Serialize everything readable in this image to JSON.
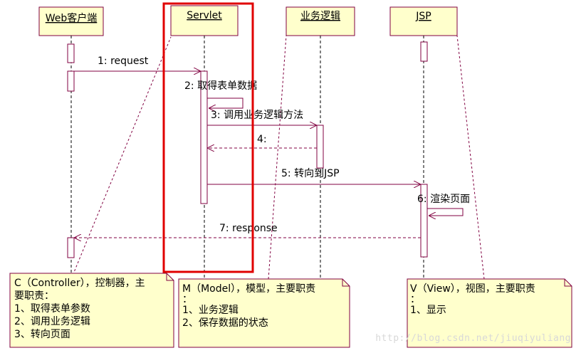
{
  "lifelines": [
    {
      "id": "web",
      "label": "Web客户端"
    },
    {
      "id": "servlet",
      "label": "Servlet"
    },
    {
      "id": "biz",
      "label": "业务逻辑"
    },
    {
      "id": "jsp",
      "label": "JSP"
    }
  ],
  "messages": [
    {
      "id": "m1",
      "label": "1: request"
    },
    {
      "id": "m2",
      "label": "2: 取得表单数据"
    },
    {
      "id": "m3",
      "label": "3: 调用业务逻辑方法"
    },
    {
      "id": "m4",
      "label": "4:"
    },
    {
      "id": "m5",
      "label": "5: 转向到JSP"
    },
    {
      "id": "m6",
      "label": "6: 渲染页面"
    },
    {
      "id": "m7",
      "label": "7: response"
    }
  ],
  "notes": {
    "controller": {
      "lines": [
        "C（Controller），控制器，主",
        "要职责：",
        "1、取得表单参数",
        "2、调用业务逻辑",
        "3、转向页面"
      ]
    },
    "model": {
      "lines": [
        "M（Model），模型，主要职责",
        "：",
        "1、业务逻辑",
        "2、保存数据的状态"
      ]
    },
    "view": {
      "lines": [
        "V（View），视图，主要职责",
        "：",
        "1、显示"
      ]
    }
  },
  "watermark": "http://blog.csdn.net/jiuqiyuliang",
  "colors": {
    "box_fill": "#ffffcc",
    "message": "#800040",
    "highlight": "#e00000",
    "note_fill": "#ffffcc"
  }
}
